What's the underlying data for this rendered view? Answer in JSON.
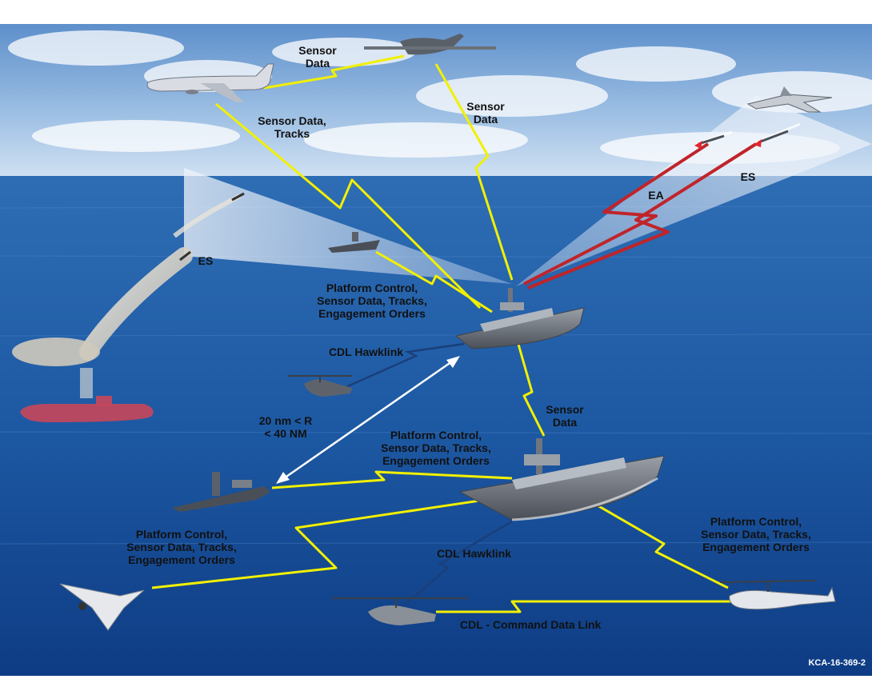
{
  "diagram": {
    "labels": {
      "sensor_data_top": "Sensor\nData",
      "sensor_data_tracks": "Sensor Data,\nTracks",
      "sensor_data_mid": "Sensor\nData",
      "es_right": "ES",
      "ea": "EA",
      "es_left": "ES",
      "platform_control_1": "Platform Control,\nSensor Data, Tracks,\nEngagement Orders",
      "cdl_hawklink_1": "CDL Hawklink",
      "range": "20 nm < R\n< 40 NM",
      "sensor_data_lower": "Sensor\nData",
      "platform_control_2": "Platform Control,\nSensor Data, Tracks,\nEngagement Orders",
      "platform_control_left": "Platform Control,\nSensor Data, Tracks,\nEngagement Orders",
      "platform_control_right": "Platform Control,\nSensor Data, Tracks,\nEngagement Orders",
      "cdl_hawklink_2": "CDL Hawklink",
      "cdl_command": "CDL - Command Data Link"
    },
    "document_id": "KCA-16-369-2",
    "colors": {
      "sky_top": "#4f86c6",
      "sky_bottom": "#c9dbef",
      "sea_top": "#2f6fb6",
      "sea_bottom": "#0f3f86",
      "data_link": "#f2f000",
      "ea_link": "#c0242a",
      "sensor_cone": "#dfe8f5",
      "submarine": "#c8465a"
    },
    "icons": [
      "surveillance-aircraft-icon",
      "uav-global-hawk-icon",
      "fighter-jet-icon",
      "missile-icon",
      "usv-drone-boat-icon",
      "destroyer-ship-icon",
      "helicopter-icon",
      "submarine-icon",
      "ucav-drone-icon",
      "fire-scout-drone-icon"
    ]
  }
}
